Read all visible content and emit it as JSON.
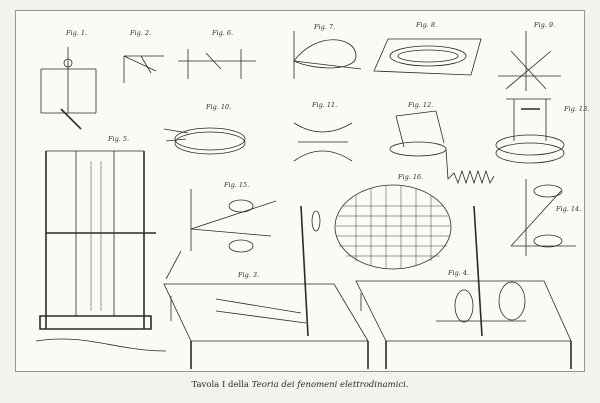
{
  "plate": {
    "figure_labels": [
      "Fig. 1.",
      "Fig. 2.",
      "Fig. 6.",
      "Fig. 7.",
      "Fig. 8.",
      "Fig. 9.",
      "Fig. 10.",
      "Fig. 11.",
      "Fig. 12.",
      "Fig. 13.",
      "Fig. 5.",
      "Fig. 15.",
      "Fig. 16.",
      "Fig. 14.",
      "Fig. 3.",
      "Fig. 4."
    ]
  },
  "caption": {
    "prefix": "Tavola I della ",
    "title_italic": "Teoria dei fenomeni elettrodinamici."
  }
}
